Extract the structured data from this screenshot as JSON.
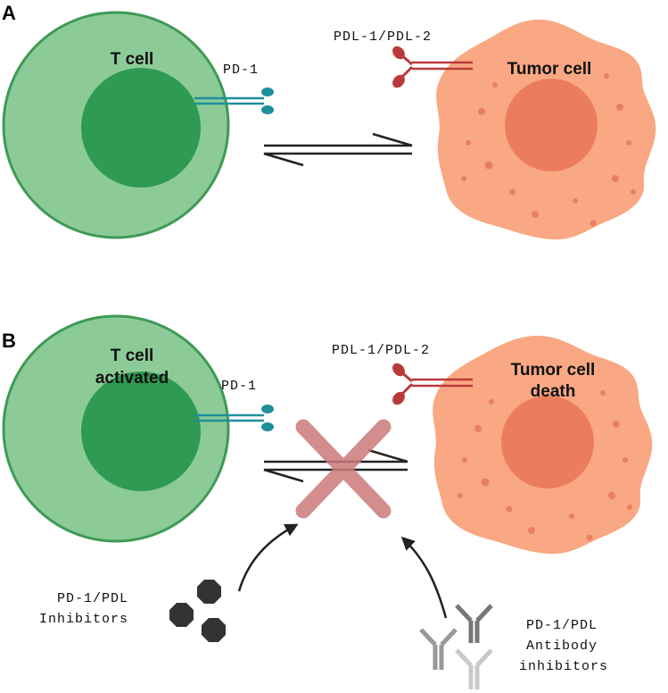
{
  "panel_a": {
    "letter": "A",
    "t_cell_label": "T cell",
    "pd1_label": "PD-1",
    "ligand_label": "PDL-1/PDL-2",
    "tumor_label": "Tumor cell"
  },
  "panel_b": {
    "letter": "B",
    "t_cell_label_line1": "T cell",
    "t_cell_label_line2": "activated",
    "pd1_label": "PD-1",
    "ligand_label": "PDL-1/PDL-2",
    "tumor_label_line1": "Tumor cell",
    "tumor_label_line2": "death",
    "inhibitors_line1": "PD-1/PDL",
    "inhibitors_line2": "Inhibitors",
    "antibody_line1": "PD-1/PDL",
    "antibody_line2": "Antibody",
    "antibody_line3": "inhibitors"
  },
  "colors": {
    "t_cell_outer": "#8ccb97",
    "t_cell_border": "#3e9a55",
    "t_cell_nucleus": "#2f9a52",
    "pd1_receptor": "#1f8f9c",
    "ligand": "#b83a3a",
    "tumor_cell": "#f9a883",
    "tumor_nucleus": "#ec7d5c",
    "block_cross": "#cc7a7a",
    "inhibitor_molecule": "#333333"
  }
}
